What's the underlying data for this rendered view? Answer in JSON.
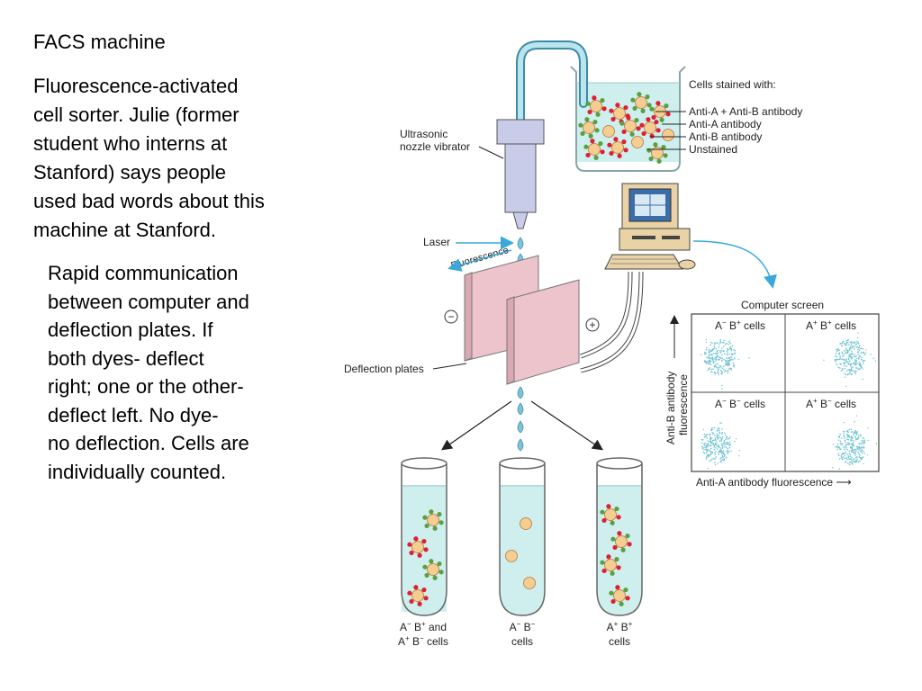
{
  "slide": {
    "title": "FACS machine",
    "intro_lines": [
      "Fluorescence-activated",
      "cell sorter.  Julie (former",
      "student who interns at",
      "Stanford) says people",
      "used bad words about this",
      "machine at Stanford."
    ],
    "detail_lines": [
      "Rapid communication",
      "between computer and",
      "deflection plates. If",
      "both dyes- deflect",
      "right; one or the other-",
      "deflect left.  No dye-",
      "no deflection. Cells are",
      "individually counted."
    ]
  },
  "diagram": {
    "nozzle_label_1": "Ultrasonic",
    "nozzle_label_2": "nozzle vibrator",
    "laser_label": "Laser",
    "fluorescence_label": "Fluorescence",
    "deflection_label": "Deflection plates",
    "minus_sign": "−",
    "plus_sign": "+",
    "beaker": {
      "heading": "Cells stained with:",
      "legend": [
        "Anti-A + Anti-B antibody",
        "Anti-A antibody",
        "Anti-B antibody",
        "Unstained"
      ]
    },
    "screen": {
      "title": "Computer screen",
      "quadrants": {
        "top_left": {
          "a": "A",
          "a_sup": "−",
          "b": " B",
          "b_sup": "+",
          "rest": " cells"
        },
        "top_right": {
          "a": "A",
          "a_sup": "+",
          "b": " B",
          "b_sup": "+",
          "rest": " cells"
        },
        "bottom_left": {
          "a": "A",
          "a_sup": "−",
          "b": " B",
          "b_sup": "−",
          "rest": " cells"
        },
        "bottom_right": {
          "a": "A",
          "a_sup": "+",
          "b": " B",
          "b_sup": "−",
          "rest": " cells"
        }
      },
      "y_label_1": "Anti-B antibody",
      "y_label_2": "fluorescence",
      "x_label": "Anti-A antibody fluorescence ⟶"
    },
    "tubes": {
      "left": {
        "l1a": "A",
        "l1a_sup": "−",
        "l1b": " B",
        "l1b_sup": "+",
        "l1c": " and",
        "l2a": "A",
        "l2a_sup": "+",
        "l2b": " B",
        "l2b_sup": "−",
        "l2c": " cells"
      },
      "middle": {
        "l1a": "A",
        "l1a_sup": "−",
        "l1b": " B",
        "l1b_sup": "−",
        "l2": "cells"
      },
      "right": {
        "l1a": "A",
        "l1a_sup": "+",
        "l1b": " B",
        "l1b_sup": "+",
        "l2": "cells"
      }
    },
    "colors": {
      "liquid": "#cfeeee",
      "nozzle": "#c9cce8",
      "plate": "#eec4cc",
      "cell_fill": "#f5cd90",
      "antibody_a": "#e0202e",
      "antibody_b": "#5aa040",
      "arrow_blue": "#3aa8d8",
      "dots": "#6fc3d3"
    }
  }
}
